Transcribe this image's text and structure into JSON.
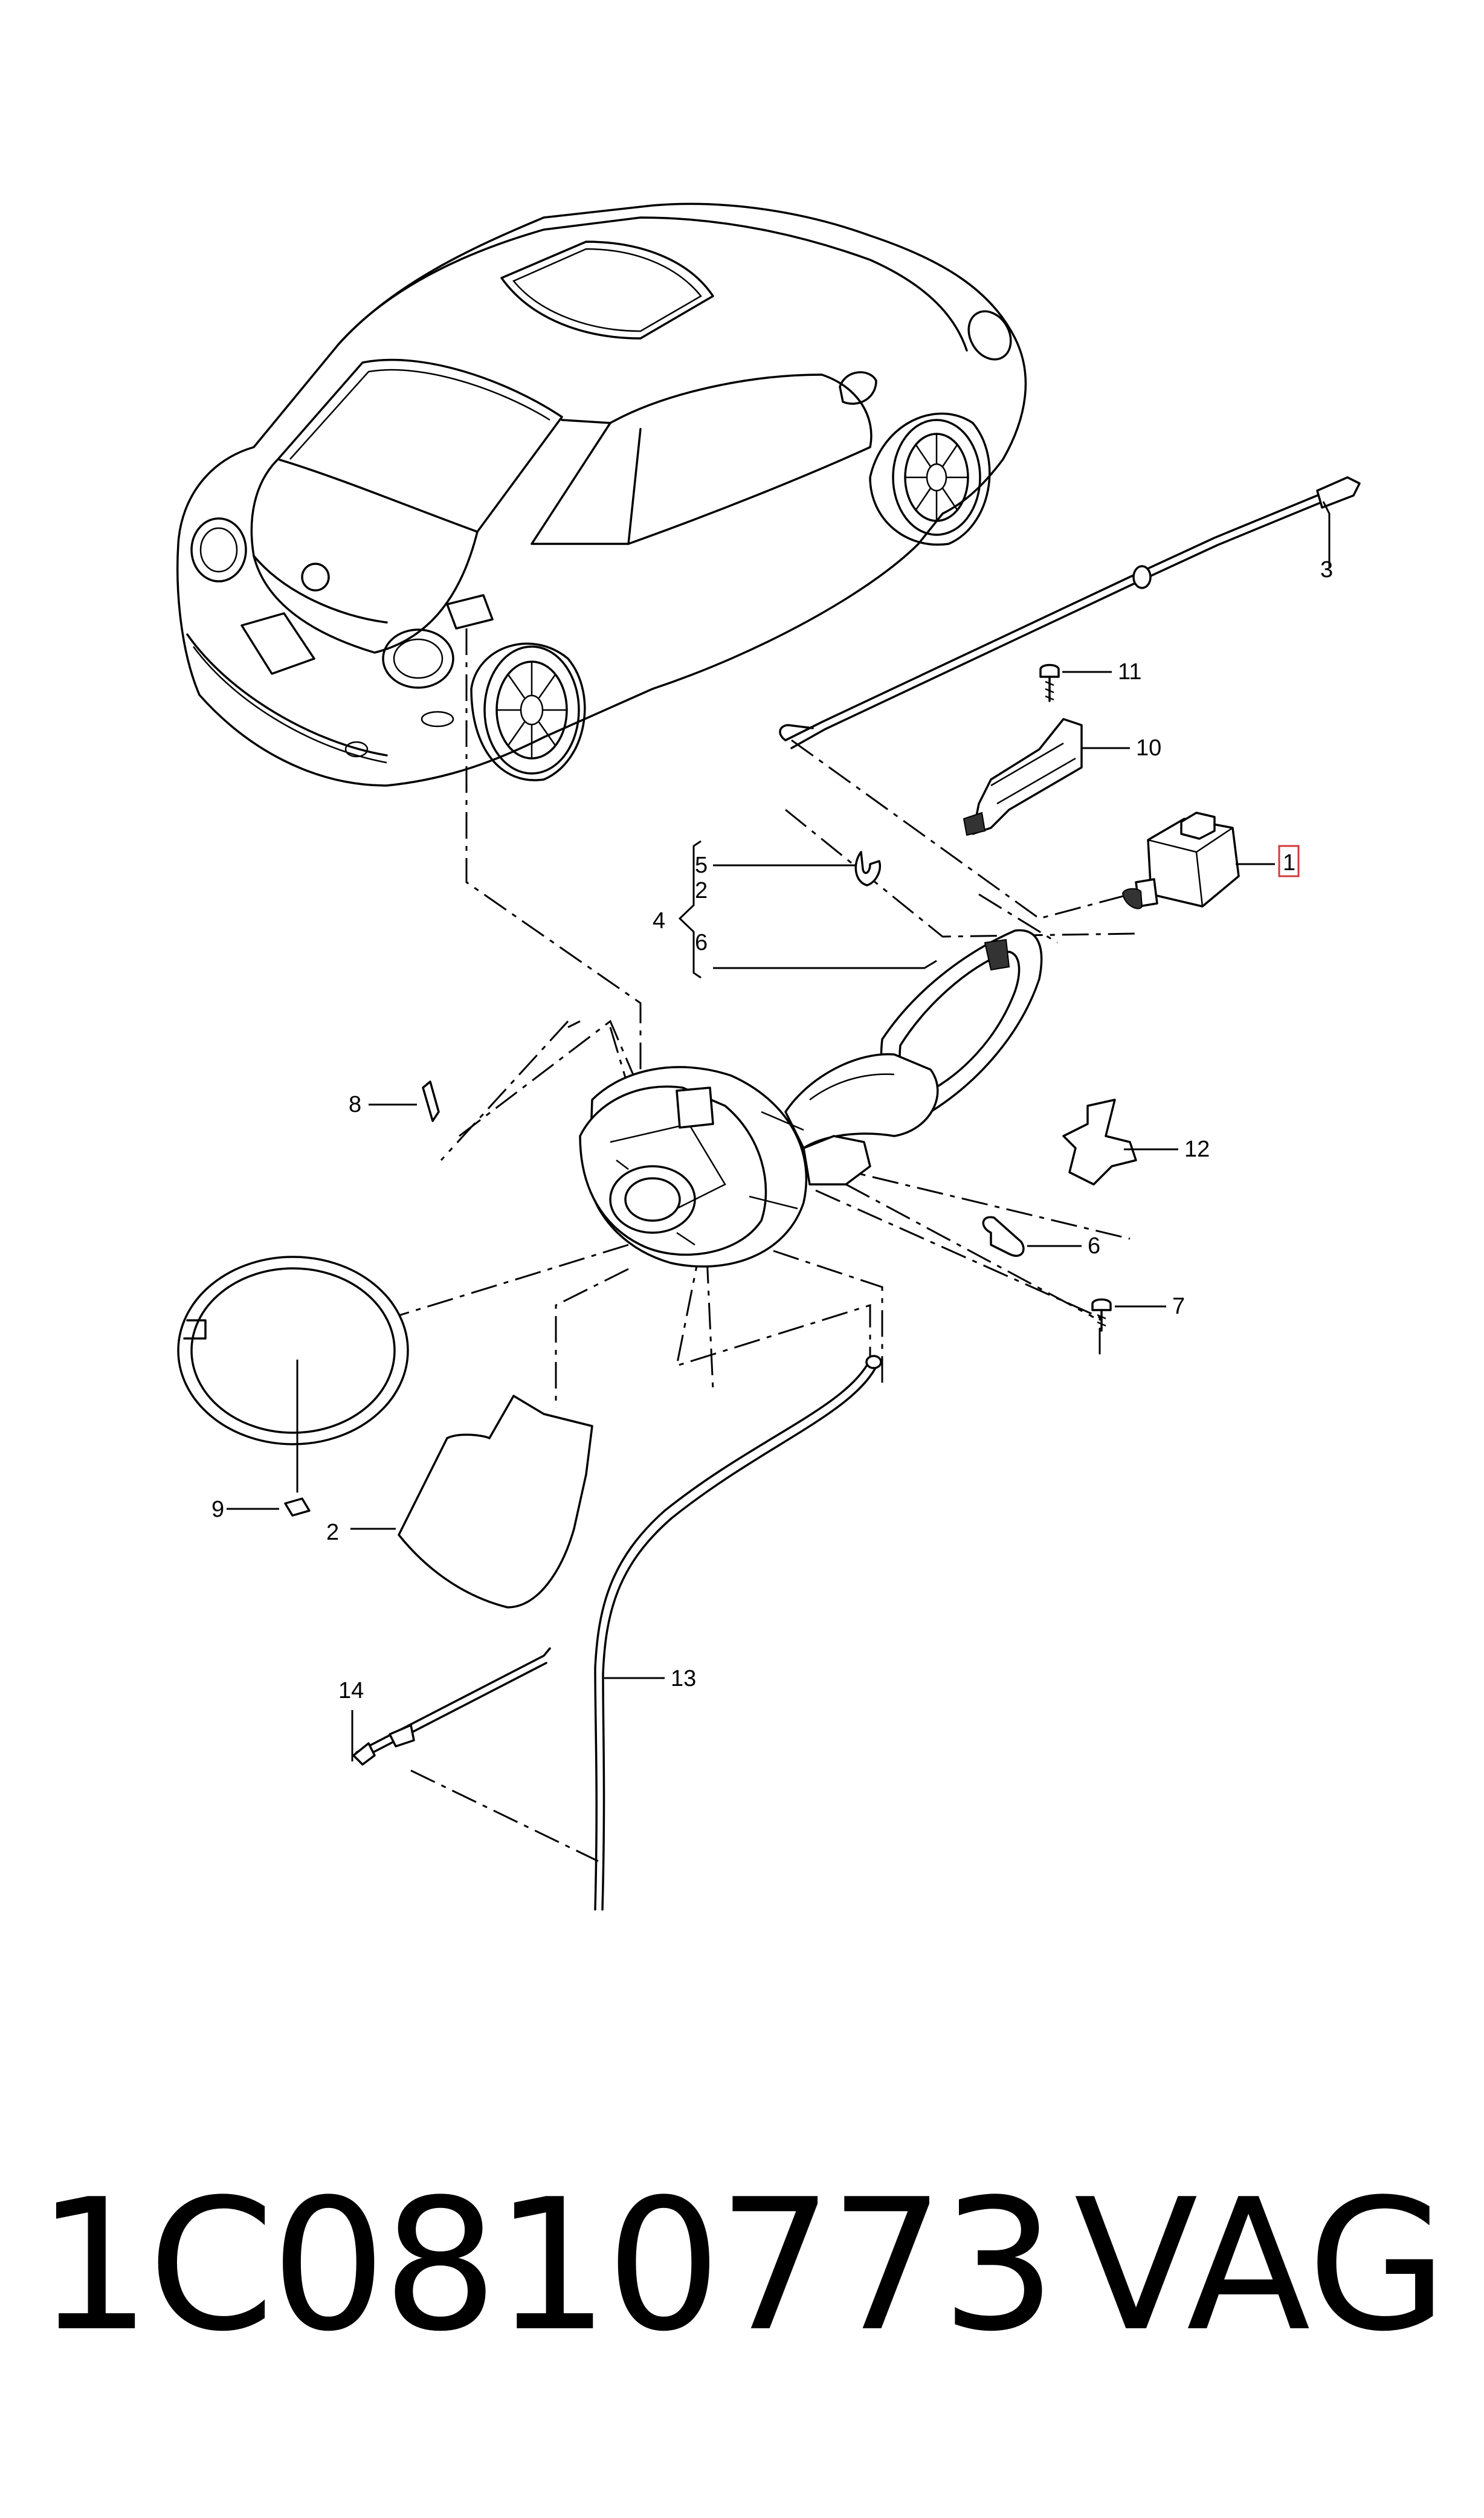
{
  "diagram": {
    "callouts": [
      {
        "id": "1",
        "label": "1",
        "highlighted": true
      },
      {
        "id": "2a",
        "label": "2"
      },
      {
        "id": "2b",
        "label": "2"
      },
      {
        "id": "3",
        "label": "3"
      },
      {
        "id": "4",
        "label": "4"
      },
      {
        "id": "5",
        "label": "5"
      },
      {
        "id": "6a",
        "label": "6"
      },
      {
        "id": "6b",
        "label": "6"
      },
      {
        "id": "7",
        "label": "7"
      },
      {
        "id": "8",
        "label": "8"
      },
      {
        "id": "9",
        "label": "9"
      },
      {
        "id": "10",
        "label": "10"
      },
      {
        "id": "11",
        "label": "11"
      },
      {
        "id": "12",
        "label": "12"
      },
      {
        "id": "13",
        "label": "13"
      },
      {
        "id": "14",
        "label": "14"
      }
    ],
    "highlight_color": "#d23a3a"
  },
  "footer": {
    "part_number": "1C0810773",
    "brand": "VAG"
  }
}
